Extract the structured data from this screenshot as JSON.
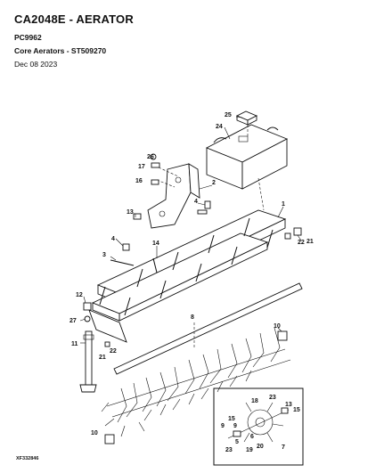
{
  "header": {
    "title": "CA2048E - AERATOR",
    "pc": "PC9962",
    "category": "Core Aerators - ST509270",
    "date": "Dec 08 2023"
  },
  "figure_id": "XF332846",
  "callouts": {
    "c1": "1",
    "c2": "2",
    "c3": "3",
    "c4": "4",
    "c5": "5",
    "c6": "6",
    "c7": "7",
    "c8": "8",
    "c9": "9",
    "c10": "10",
    "c11": "11",
    "c12": "12",
    "c13": "13",
    "c14": "14",
    "c15": "15",
    "c16": "16",
    "c17": "17",
    "c18": "18",
    "c19": "19",
    "c20": "20",
    "c21": "21",
    "c22": "22",
    "c23": "23",
    "c24": "24",
    "c25": "25",
    "c26": "26",
    "c27": "27"
  }
}
